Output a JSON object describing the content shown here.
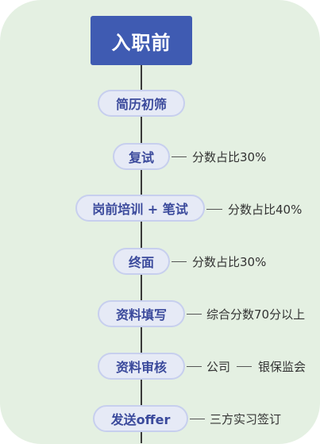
{
  "root": {
    "label": "入职前"
  },
  "steps": [
    {
      "label": "简历初筛"
    },
    {
      "label": "复试",
      "note": "分数占比30%"
    },
    {
      "label": "岗前培训 + 笔试",
      "note": "分数占比40%"
    },
    {
      "label": "终面",
      "note": "分数占比30%"
    },
    {
      "label": "资料填写",
      "note": "综合分数70分以上"
    },
    {
      "label": "资料审核",
      "note": "公司",
      "sub_note": "银保监会"
    },
    {
      "label": "发送offer",
      "note": "三方实习签订"
    }
  ],
  "colors": {
    "background": "#e4f0e2",
    "root_fill": "#3f5bb2",
    "step_fill": "#e6eaf6",
    "step_border": "#c7cfee",
    "step_text": "#3b4a9c"
  }
}
